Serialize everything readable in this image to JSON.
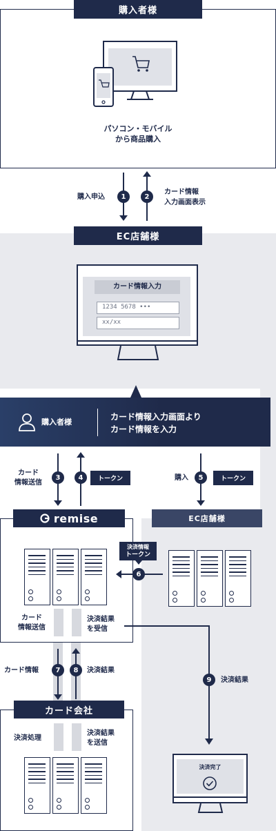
{
  "buyer_section": {
    "title": "購入者様",
    "caption_line1": "パソコン・モバイル",
    "caption_line2": "から商品購入",
    "devices_icon": "computer-and-phone-with-cart-icon"
  },
  "flows_top": {
    "step1_label": "購入申込",
    "step2_label_line1": "カード情報",
    "step2_label_line2": "入力画面表示"
  },
  "ec_section": {
    "title": "EC店舗様",
    "form_title": "カード情報入力",
    "card_number_placeholder": "1234 5678 •••",
    "expiry_placeholder": "xx/xx"
  },
  "buyer_input_panel": {
    "title": "購入者様",
    "message_line1": "カード情報入力画面より",
    "message_line2": "カード情報を入力",
    "person_icon": "person-icon"
  },
  "flows_middle": {
    "step3_label_line1": "カード",
    "step3_label_line2": "情報送信",
    "step4_label": "トークン",
    "step5_label": "購入",
    "step5_token": "トークン"
  },
  "remise_section": {
    "logo_text": "remise",
    "label_left_line1": "カード",
    "label_left_line2": "情報送信",
    "label_right_line1": "決済結果",
    "label_right_line2": "を受信"
  },
  "ec_server_section": {
    "title": "EC店舗様",
    "step6_label_line1": "決済情報",
    "step6_label_line2": "トークン"
  },
  "flows_bottom": {
    "step7_label": "カード情報",
    "step8_label": "決済結果",
    "step9_label": "決済結果"
  },
  "card_company_section": {
    "title": "カード会社",
    "label_left": "決済処理",
    "label_right_line1": "決済結果",
    "label_right_line2": "を送信"
  },
  "result_monitor": {
    "title": "決済完了",
    "check_icon": "check-circle-icon"
  },
  "steps": [
    "1",
    "2",
    "3",
    "4",
    "5",
    "6",
    "7",
    "8",
    "9"
  ],
  "colors": {
    "navy": "#1f2a4a",
    "grey_area": "#e9eaee",
    "light_grey": "#d7d9df"
  }
}
